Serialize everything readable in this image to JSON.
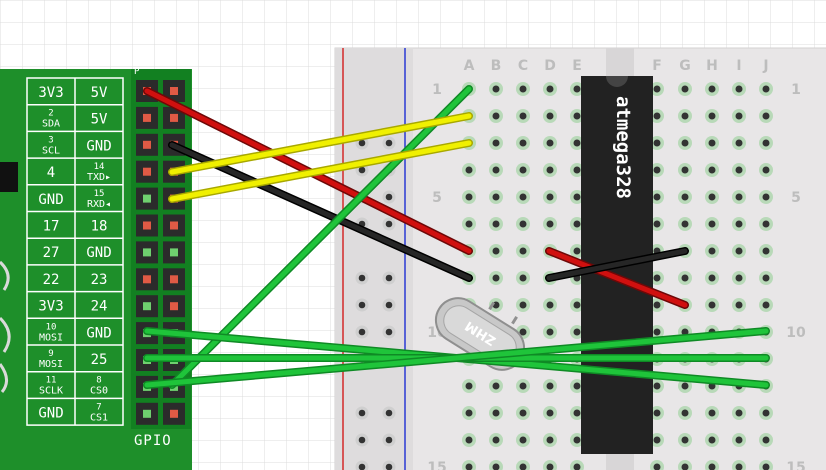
{
  "board": {
    "gpio_label": "GPIO",
    "pins": [
      [
        {
          "n": "",
          "t": "3V3"
        },
        {
          "n": "",
          "t": "5V"
        }
      ],
      [
        {
          "n": "2",
          "t": "SDA"
        },
        {
          "n": "",
          "t": "5V"
        }
      ],
      [
        {
          "n": "3",
          "t": "SCL"
        },
        {
          "n": "",
          "t": "GND"
        }
      ],
      [
        {
          "n": "",
          "t": "4"
        },
        {
          "n": "14",
          "t": "TXD▸"
        }
      ],
      [
        {
          "n": "",
          "t": "GND"
        },
        {
          "n": "15",
          "t": "RXD◂"
        }
      ],
      [
        {
          "n": "",
          "t": "17"
        },
        {
          "n": "",
          "t": "18"
        }
      ],
      [
        {
          "n": "",
          "t": "27"
        },
        {
          "n": "",
          "t": "GND"
        }
      ],
      [
        {
          "n": "",
          "t": "22"
        },
        {
          "n": "",
          "t": "23"
        }
      ],
      [
        {
          "n": "",
          "t": "3V3"
        },
        {
          "n": "",
          "t": "24"
        }
      ],
      [
        {
          "n": "10",
          "t": "MOSI"
        },
        {
          "n": "",
          "t": "GND"
        }
      ],
      [
        {
          "n": "9",
          "t": "MOSI"
        },
        {
          "n": "",
          "t": "25"
        }
      ],
      [
        {
          "n": "11",
          "t": "SCLK"
        },
        {
          "n": "8",
          "t": "CS0"
        }
      ],
      [
        {
          "n": "",
          "t": "GND"
        },
        {
          "n": "7",
          "t": "CS1"
        }
      ]
    ]
  },
  "breadboard": {
    "columns": [
      "A",
      "B",
      "C",
      "D",
      "E",
      "F",
      "G",
      "H",
      "I",
      "J"
    ],
    "row_numbers": [
      "1",
      "5",
      "10",
      "15"
    ]
  },
  "chip": {
    "label": "atmega328"
  },
  "crystal": {
    "label": "ZHM"
  },
  "colors": {
    "pcb": "#1e8f2a",
    "breadboard": "#e8e6e7",
    "chip": "#222222",
    "wire_red": "#d0100f",
    "wire_black": "#202020",
    "wire_yellow": "#f0f000",
    "wire_green": "#1fc43a"
  }
}
